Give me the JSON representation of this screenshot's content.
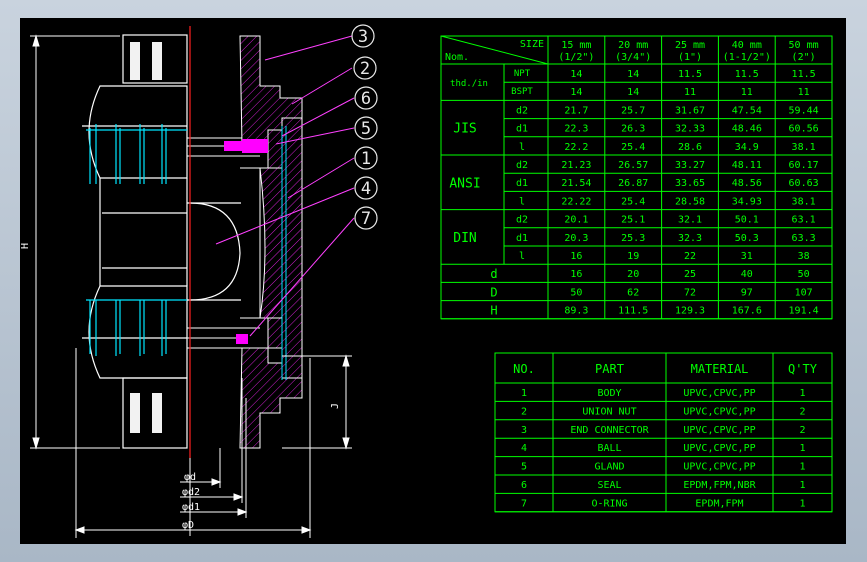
{
  "callouts": [
    "3",
    "2",
    "6",
    "5",
    "1",
    "4",
    "7"
  ],
  "dimensions": {
    "h": "H",
    "j": "J",
    "phi_d": "φd",
    "phi_d2": "φd2",
    "phi_d1": "φd1",
    "phi_D": "φD"
  },
  "spec_table": {
    "corner_size": "SIZE",
    "corner_nom": "Nom.",
    "sizes": [
      {
        "mm": "15 mm",
        "inch": "(1/2\")"
      },
      {
        "mm": "20 mm",
        "inch": "(3/4\")"
      },
      {
        "mm": "25 mm",
        "inch": "(1\")"
      },
      {
        "mm": "40 mm",
        "inch": "(1-1/2\")"
      },
      {
        "mm": "50 mm",
        "inch": "(2\")"
      }
    ],
    "thread_group": "thd./in",
    "thread_rows": [
      {
        "label": "NPT",
        "values": [
          "14",
          "14",
          "11.5",
          "11.5",
          "11.5"
        ]
      },
      {
        "label": "BSPT",
        "values": [
          "14",
          "14",
          "11",
          "11",
          "11"
        ]
      }
    ],
    "standards": [
      {
        "name": "JIS",
        "rows": [
          {
            "label": "d2",
            "values": [
              "21.7",
              "25.7",
              "31.67",
              "47.54",
              "59.44"
            ]
          },
          {
            "label": "d1",
            "values": [
              "22.3",
              "26.3",
              "32.33",
              "48.46",
              "60.56"
            ]
          },
          {
            "label": "l",
            "values": [
              "22.2",
              "25.4",
              "28.6",
              "34.9",
              "38.1"
            ]
          }
        ]
      },
      {
        "name": "ANSI",
        "rows": [
          {
            "label": "d2",
            "values": [
              "21.23",
              "26.57",
              "33.27",
              "48.11",
              "60.17"
            ]
          },
          {
            "label": "d1",
            "values": [
              "21.54",
              "26.87",
              "33.65",
              "48.56",
              "60.63"
            ]
          },
          {
            "label": "l",
            "values": [
              "22.22",
              "25.4",
              "28.58",
              "34.93",
              "38.1"
            ]
          }
        ]
      },
      {
        "name": "DIN",
        "rows": [
          {
            "label": "d2",
            "values": [
              "20.1",
              "25.1",
              "32.1",
              "50.1",
              "63.1"
            ]
          },
          {
            "label": "d1",
            "values": [
              "20.3",
              "25.3",
              "32.3",
              "50.3",
              "63.3"
            ]
          },
          {
            "label": "l",
            "values": [
              "16",
              "19",
              "22",
              "31",
              "38"
            ]
          }
        ]
      }
    ],
    "dim_rows": [
      {
        "label": "d",
        "values": [
          "16",
          "20",
          "25",
          "40",
          "50"
        ]
      },
      {
        "label": "D",
        "values": [
          "50",
          "62",
          "72",
          "97",
          "107"
        ]
      },
      {
        "label": "H",
        "values": [
          "89.3",
          "111.5",
          "129.3",
          "167.6",
          "191.4"
        ]
      }
    ]
  },
  "parts_table": {
    "headers": [
      "NO.",
      "PART",
      "MATERIAL",
      "Q'TY"
    ],
    "rows": [
      {
        "no": "1",
        "part": "BODY",
        "material": "UPVC,CPVC,PP",
        "qty": "1"
      },
      {
        "no": "2",
        "part": "UNION NUT",
        "material": "UPVC,CPVC,PP",
        "qty": "2"
      },
      {
        "no": "3",
        "part": "END CONNECTOR",
        "material": "UPVC,CPVC,PP",
        "qty": "2"
      },
      {
        "no": "4",
        "part": "BALL",
        "material": "UPVC,CPVC,PP",
        "qty": "1"
      },
      {
        "no": "5",
        "part": "GLAND",
        "material": "UPVC,CPVC,PP",
        "qty": "1"
      },
      {
        "no": "6",
        "part": "SEAL",
        "material": "EPDM,FPM,NBR",
        "qty": "1"
      },
      {
        "no": "7",
        "part": "O-RING",
        "material": "EPDM,FPM",
        "qty": "1"
      }
    ]
  },
  "colors": {
    "line": "#00ff00",
    "body_outline": "#ffffff",
    "hatch": "#ff00ff",
    "seal": "#ff00ff",
    "thread": "#00ffff",
    "centerline": "#ff0000",
    "callout": "#e8e8e8"
  }
}
